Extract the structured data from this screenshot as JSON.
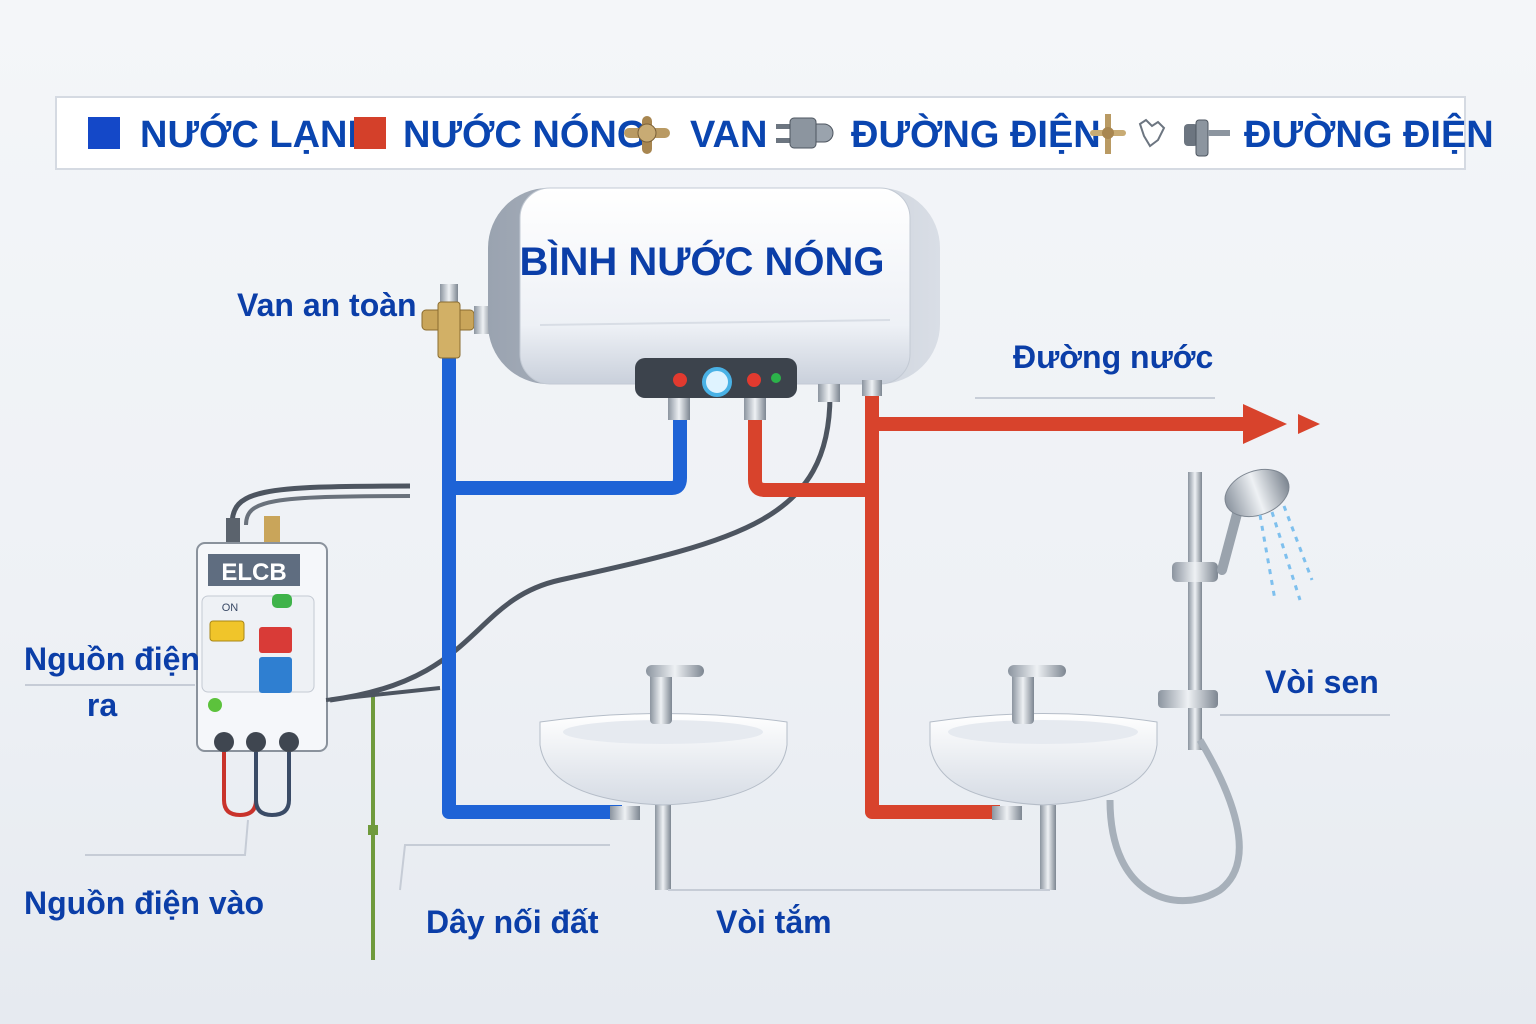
{
  "legend": {
    "items": [
      {
        "swatch": "#1448c8",
        "label": "NƯỚC LẠNH"
      },
      {
        "swatch": "#d4402a",
        "label": "NƯỚC NÓNG"
      },
      {
        "icon": "valve-icon",
        "label": "VAN"
      },
      {
        "icon": "plug-icon",
        "label": "ĐƯỜNG ĐIỆN"
      },
      {
        "icon": "plug-icon",
        "label": "ĐƯỜNG ĐIỆN"
      }
    ]
  },
  "heater": {
    "title": "BÌNH NƯỚC NÓNG"
  },
  "elcb": {
    "title": "ELCB",
    "on_label": "ON"
  },
  "labels": {
    "safety_valve": "Van an toàn",
    "water_line": "Đường nước",
    "power_out_1": "Nguồn điện",
    "power_out_2": "ra",
    "power_in": "Nguồn điện vào",
    "ground_wire": "Dây nối đất",
    "bath_faucet": "Vòi tắm",
    "shower": "Vòi sen"
  },
  "colors": {
    "cold": "#1e63d6",
    "hot": "#d8432c",
    "text": "#0b3ea8"
  }
}
